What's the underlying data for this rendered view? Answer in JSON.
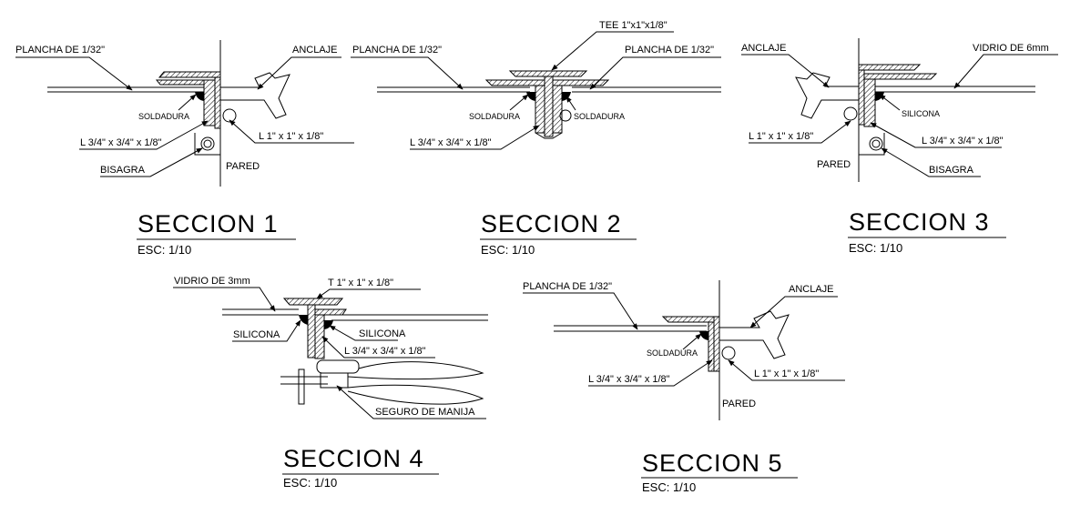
{
  "sections": [
    {
      "title": "SECCION 1",
      "scale": "ESC: 1/10",
      "labels": {
        "sheet": "PLANCHA DE 1/32\"",
        "anchor": "ANCLAJE",
        "weld": "SOLDADURA",
        "angle_small": "L 3/4\" x 3/4\" x 1/8\"",
        "angle_large": "L 1\" x 1\" x 1/8\"",
        "hinge": "BISAGRA",
        "wall": "PARED"
      }
    },
    {
      "title": "SECCION 2",
      "scale": "ESC: 1/10",
      "labels": {
        "tee": "TEE 1\"x1\"x1/8\"",
        "sheet_left": "PLANCHA DE 1/32\"",
        "sheet_right": "PLANCHA DE 1/32\"",
        "weld_left": "SOLDADURA",
        "weld_right": "SOLDADURA",
        "angle_small": "L 3/4\" x 3/4\" x 1/8\""
      }
    },
    {
      "title": "SECCION 3",
      "scale": "ESC: 1/10",
      "labels": {
        "anchor": "ANCLAJE",
        "glass": "VIDRIO DE 6mm",
        "silicone": "SILICONA",
        "angle_large": "L 1\" x 1\" x 1/8\"",
        "angle_small": "L 3/4\" x 3/4\" x 1/8\"",
        "wall": "PARED",
        "hinge": "BISAGRA"
      }
    },
    {
      "title": "SECCION 4",
      "scale": "ESC: 1/10",
      "labels": {
        "glass": "VIDRIO DE 3mm",
        "tee": "T 1\" x 1\" x 1/8\"",
        "silicone_left": "SILICONA",
        "silicone_right": "SILICONA",
        "angle_small": "L 3/4\" x 3/4\" x 1/8\"",
        "lock": "SEGURO DE MANIJA"
      }
    },
    {
      "title": "SECCION 5",
      "scale": "ESC: 1/10",
      "labels": {
        "sheet": "PLANCHA DE 1/32\"",
        "anchor": "ANCLAJE",
        "weld": "SOLDADURA",
        "angle_small": "L 3/4\" x 3/4\" x 1/8\"",
        "angle_large": "L 1\" x 1\" x 1/8\"",
        "wall": "PARED"
      }
    }
  ]
}
